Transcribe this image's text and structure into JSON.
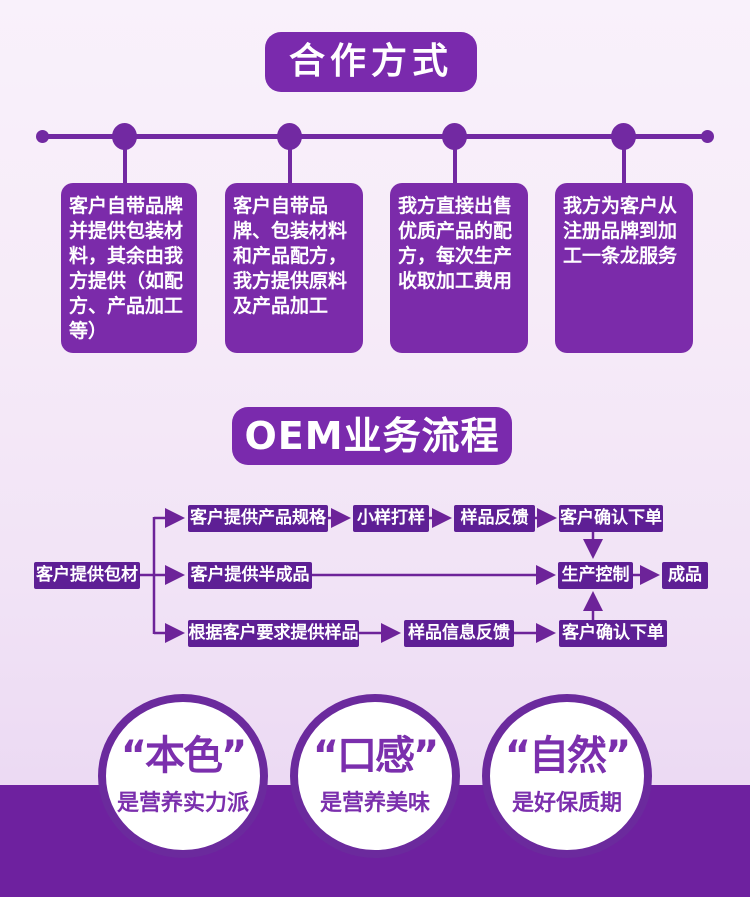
{
  "colors": {
    "banner_bg": "#7a2aad",
    "card_bg": "#7b2baa",
    "timeline": "#7229a2",
    "flow_box_bg": "#5e1f95",
    "flow_line": "#6d2399",
    "footer_bg": "#6e219f",
    "circle_ring": "#6b2a9d",
    "circle_text": "#7b2fad",
    "text_on_purple": "#ffffff"
  },
  "cooperation": {
    "title": "合作方式",
    "cards": [
      "客户自带品牌并提供包装材料，其余由我方提供（如配方、产品加工等）",
      "客户自带品牌、包装材料和产品配方，我方提供原料及产品加工",
      "我方直接出售优质产品的配方，每次生产收取加工费用",
      "我方为客户从注册品牌到加工一条龙服务"
    ]
  },
  "oem": {
    "title": "OEM业务流程",
    "flow": {
      "start": "客户提供包材",
      "row1": [
        "客户提供产品规格",
        "小样打样",
        "样品反馈",
        "客户确认下单"
      ],
      "row2": [
        "客户提供半成品",
        "生产控制",
        "成品"
      ],
      "row3": [
        "根据客户要求提供样品",
        "样品信息反馈",
        "客户确认下单"
      ]
    }
  },
  "features": [
    {
      "title": "“本色”",
      "subtitle": "是营养实力派"
    },
    {
      "title": "“口感”",
      "subtitle": "是营养美味"
    },
    {
      "title": "“自然”",
      "subtitle": "是好保质期"
    }
  ]
}
